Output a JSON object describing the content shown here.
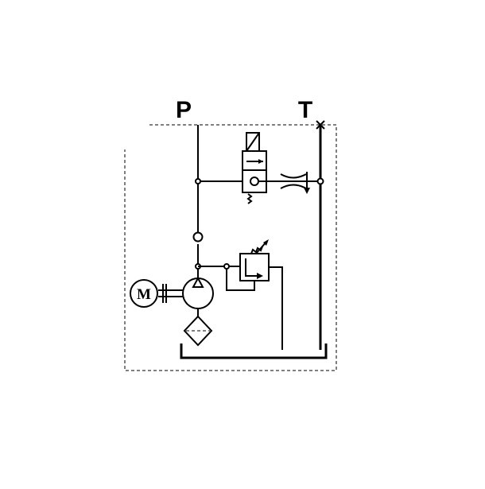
{
  "ports": {
    "pressure": "P",
    "tank": "T"
  },
  "motor": {
    "label": "M"
  },
  "components": {
    "motor": "electric-motor",
    "pump": "hydraulic-pump",
    "filter": "suction-filter",
    "relief_valve": "pressure-relief-valve",
    "directional_valve": "solenoid-directional-valve",
    "throttle": "adjustable-throttle",
    "check": "check-valve",
    "reservoir": "tank"
  }
}
